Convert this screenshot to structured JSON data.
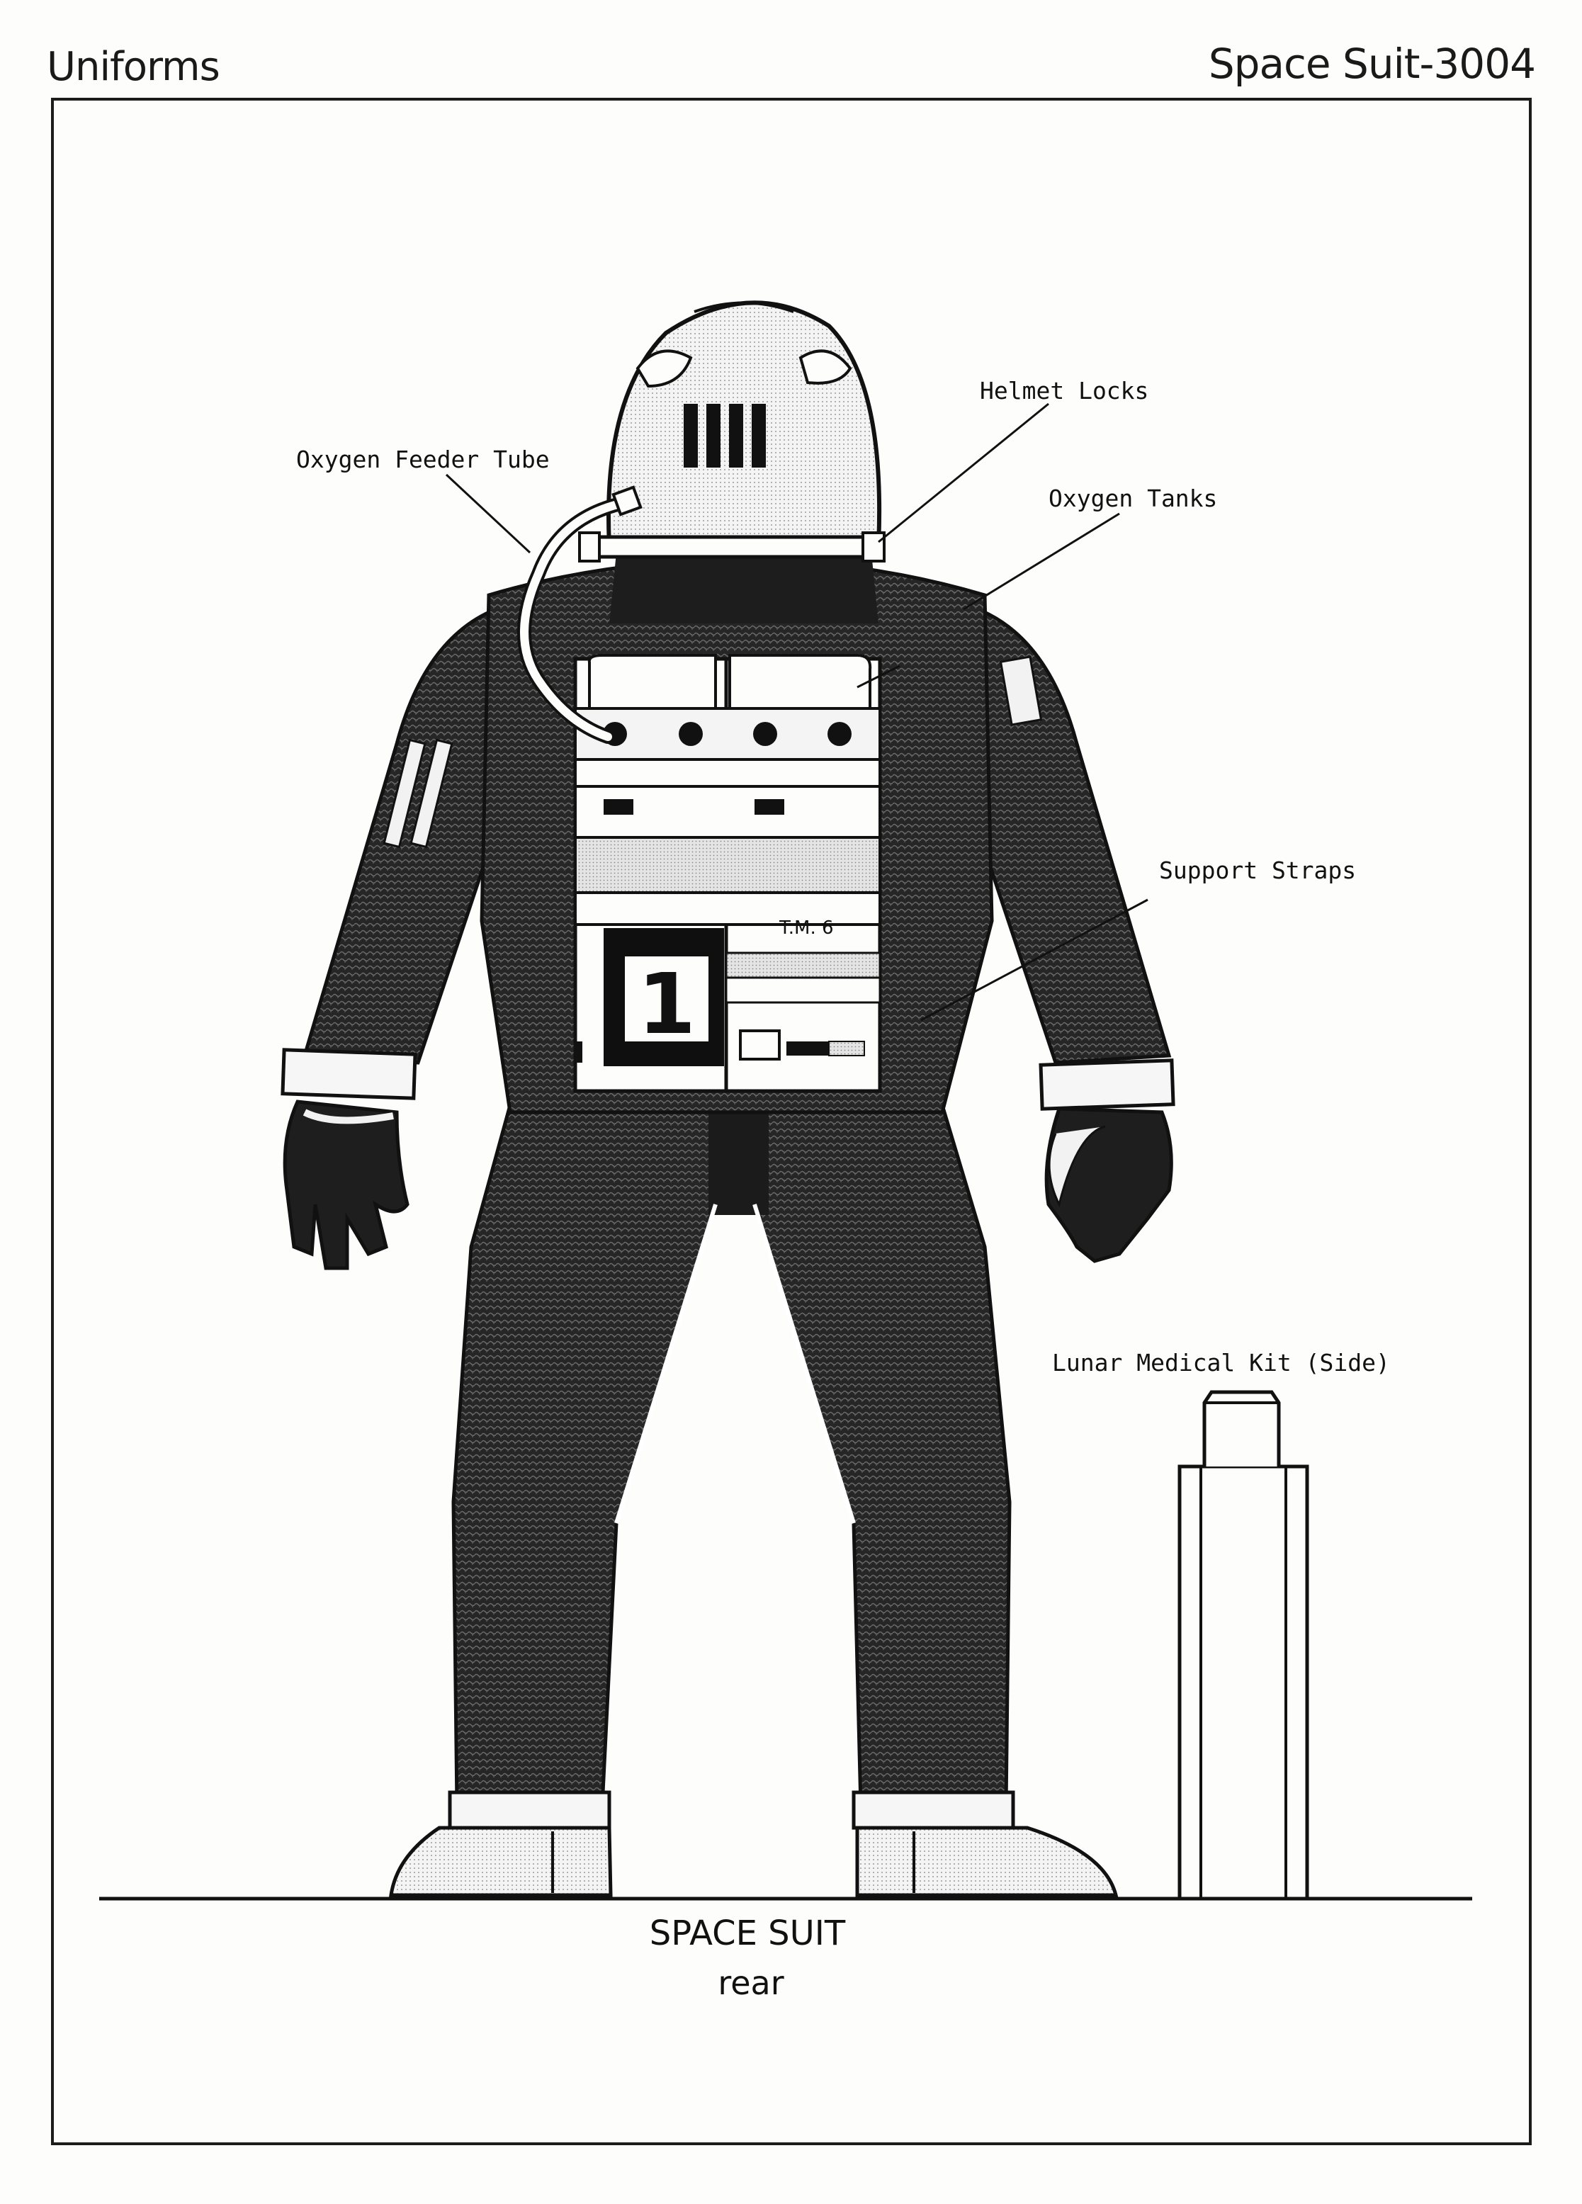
{
  "header": {
    "left": "Uniforms",
    "right": "Space Suit-3004"
  },
  "callouts": {
    "helmet_locks": "Helmet Locks",
    "oxygen_feeder_tube": "Oxygen Feeder Tube",
    "oxygen_tanks": "Oxygen Tanks",
    "support_straps": "Support Straps",
    "medical_kit": "Lunar Medical Kit (Side)"
  },
  "backpack": {
    "number": "1",
    "model": "T.M. 6"
  },
  "caption": {
    "title": "SPACE SUIT",
    "subtitle": "rear"
  },
  "colors": {
    "ink": "#111111",
    "suit": "#2a2a2a",
    "paper": "#fdfdfb",
    "screen_gray": "#cfcfcf"
  }
}
